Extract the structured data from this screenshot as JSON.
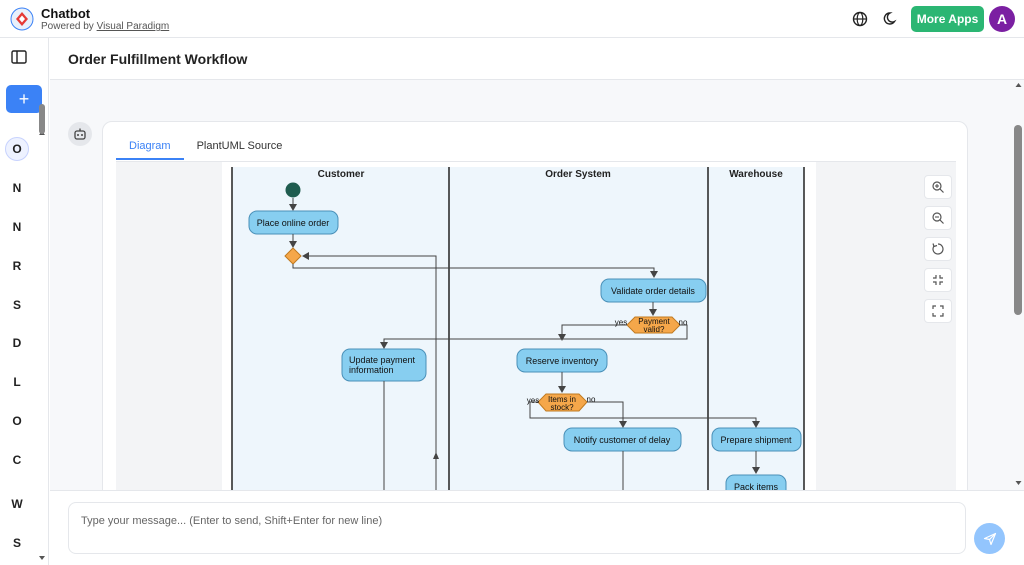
{
  "app": {
    "title": "Chatbot",
    "powered_prefix": "Powered by ",
    "powered_link": "Visual Paradigm"
  },
  "topbar": {
    "more_apps": "More Apps",
    "avatar_letter": "A"
  },
  "sidebar": {
    "new_label": "+",
    "items": [
      "O",
      "N",
      "N",
      "R",
      "S",
      "D",
      "L",
      "O",
      "C",
      "W",
      "S"
    ]
  },
  "header": {
    "title": "Order Fulfillment Workflow"
  },
  "tabs": [
    {
      "label": "Diagram"
    },
    {
      "label": "PlantUML Source"
    }
  ],
  "diagram": {
    "lanes": [
      "Customer",
      "Order System",
      "Warehouse"
    ],
    "nodes": {
      "place_order": "Place online order",
      "validate": "Validate order details",
      "payment1": "Payment",
      "payment2": "valid?",
      "update1": "Update payment",
      "update2": "information",
      "reserve": "Reserve inventory",
      "stock1": "Items in",
      "stock2": "stock?",
      "notify": "Notify customer of delay",
      "prepare": "Prepare shipment",
      "pack": "Pack items"
    },
    "labels": {
      "yes": "yes",
      "no": "no"
    }
  },
  "composer": {
    "placeholder": "Type your message... (Enter to send, Shift+Enter for new line)"
  },
  "colors": {
    "accent": "#3b82f6",
    "more_apps": "#2bb673",
    "avatar": "#7b1fa2",
    "activity": "#87cef0",
    "decision": "#f5a74a",
    "lane": "#eef6fc",
    "start": "#1f5c4f"
  }
}
